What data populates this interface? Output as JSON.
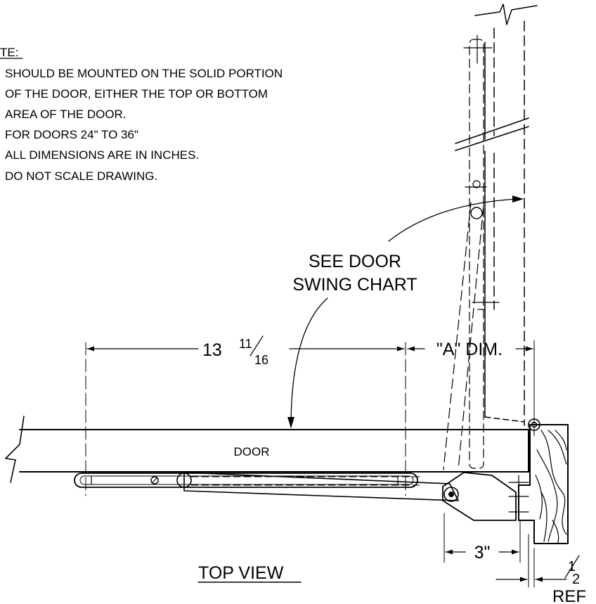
{
  "notes": {
    "heading": "TE:",
    "lines": [
      "SHOULD BE MOUNTED ON THE SOLID PORTION",
      "OF THE DOOR, EITHER THE TOP OR BOTTOM",
      "AREA OF THE DOOR.",
      "FOR DOORS 24\" TO 36\"",
      "ALL DIMENSIONS ARE IN INCHES.",
      "DO NOT SCALE DRAWING."
    ]
  },
  "callout": {
    "line1": "SEE DOOR",
    "line2": "SWING CHART"
  },
  "dimensions": {
    "width_whole": "13",
    "width_frac_num": "11",
    "width_frac_den": "16",
    "a_dim": "\"A\" DIM.",
    "offset": "3\"",
    "ref_frac_num": "1",
    "ref_frac_den": "2",
    "ref_label": "REF"
  },
  "labels": {
    "door": "DOOR",
    "view": "TOP VIEW"
  }
}
